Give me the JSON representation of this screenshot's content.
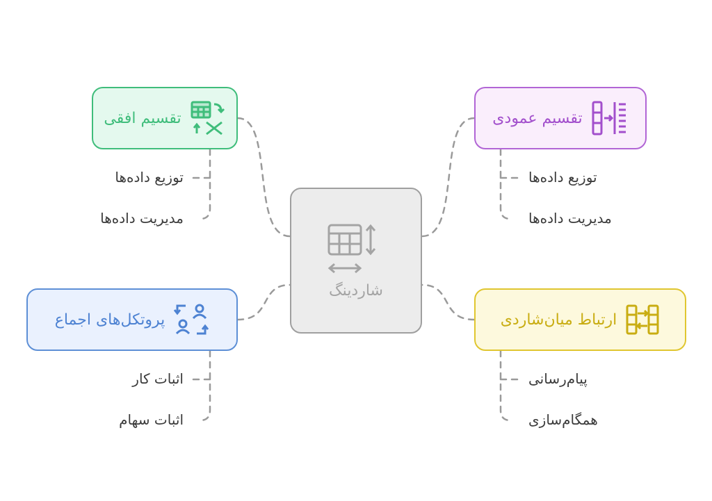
{
  "center": {
    "label": "شاردینگ",
    "icon": "table-resize-icon"
  },
  "branches": {
    "horizontal": {
      "label": "تقسیم افقی",
      "icon": "table-split-icon",
      "color": "#3fbd7b",
      "items": [
        "توزیع داده‌ها",
        "مدیریت داده‌ها"
      ]
    },
    "vertical": {
      "label": "تقسیم عمودی",
      "icon": "columns-split-icon",
      "color": "#b165d5",
      "items": [
        "توزیع داده‌ها",
        "مدیریت داده‌ها"
      ]
    },
    "consensus": {
      "label": "پروتکل‌های اجماع",
      "icon": "users-exchange-icon",
      "color": "#5d8fd6",
      "items": [
        "اثبات کار",
        "اثبات سهام"
      ]
    },
    "cross_shard": {
      "label": "ارتباط میان‌شاردی",
      "icon": "shard-link-icon",
      "color": "#e0c62f",
      "items": [
        "پیام‌رسانی",
        "همگام‌سازی"
      ]
    }
  }
}
